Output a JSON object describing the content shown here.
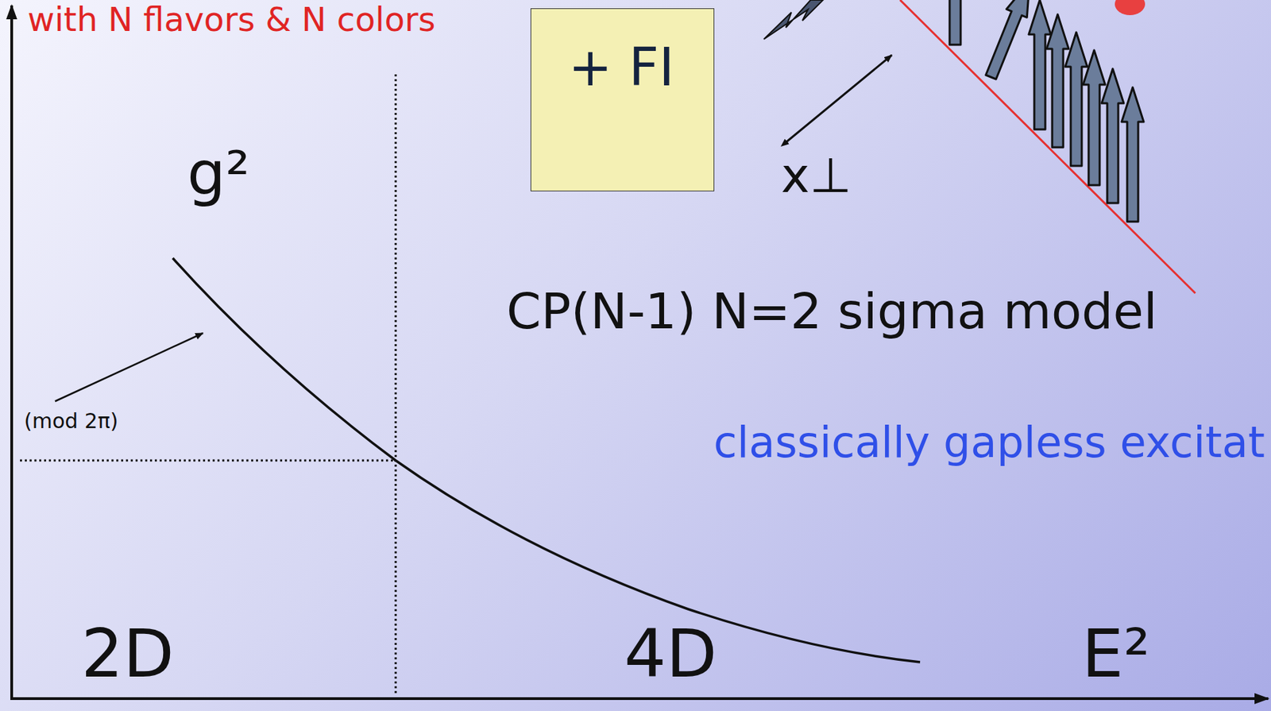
{
  "diagram": {
    "nodes": [
      {
        "text": [
          "+ FI"
        ]
      }
    ],
    "labels": [
      "with N flavors & N colors",
      "g²",
      "(mod 2π)",
      "x⊥",
      "CP(N-1) N=2 sigma model",
      "classically gapless excitat",
      "2D",
      "4D",
      "E²"
    ]
  }
}
